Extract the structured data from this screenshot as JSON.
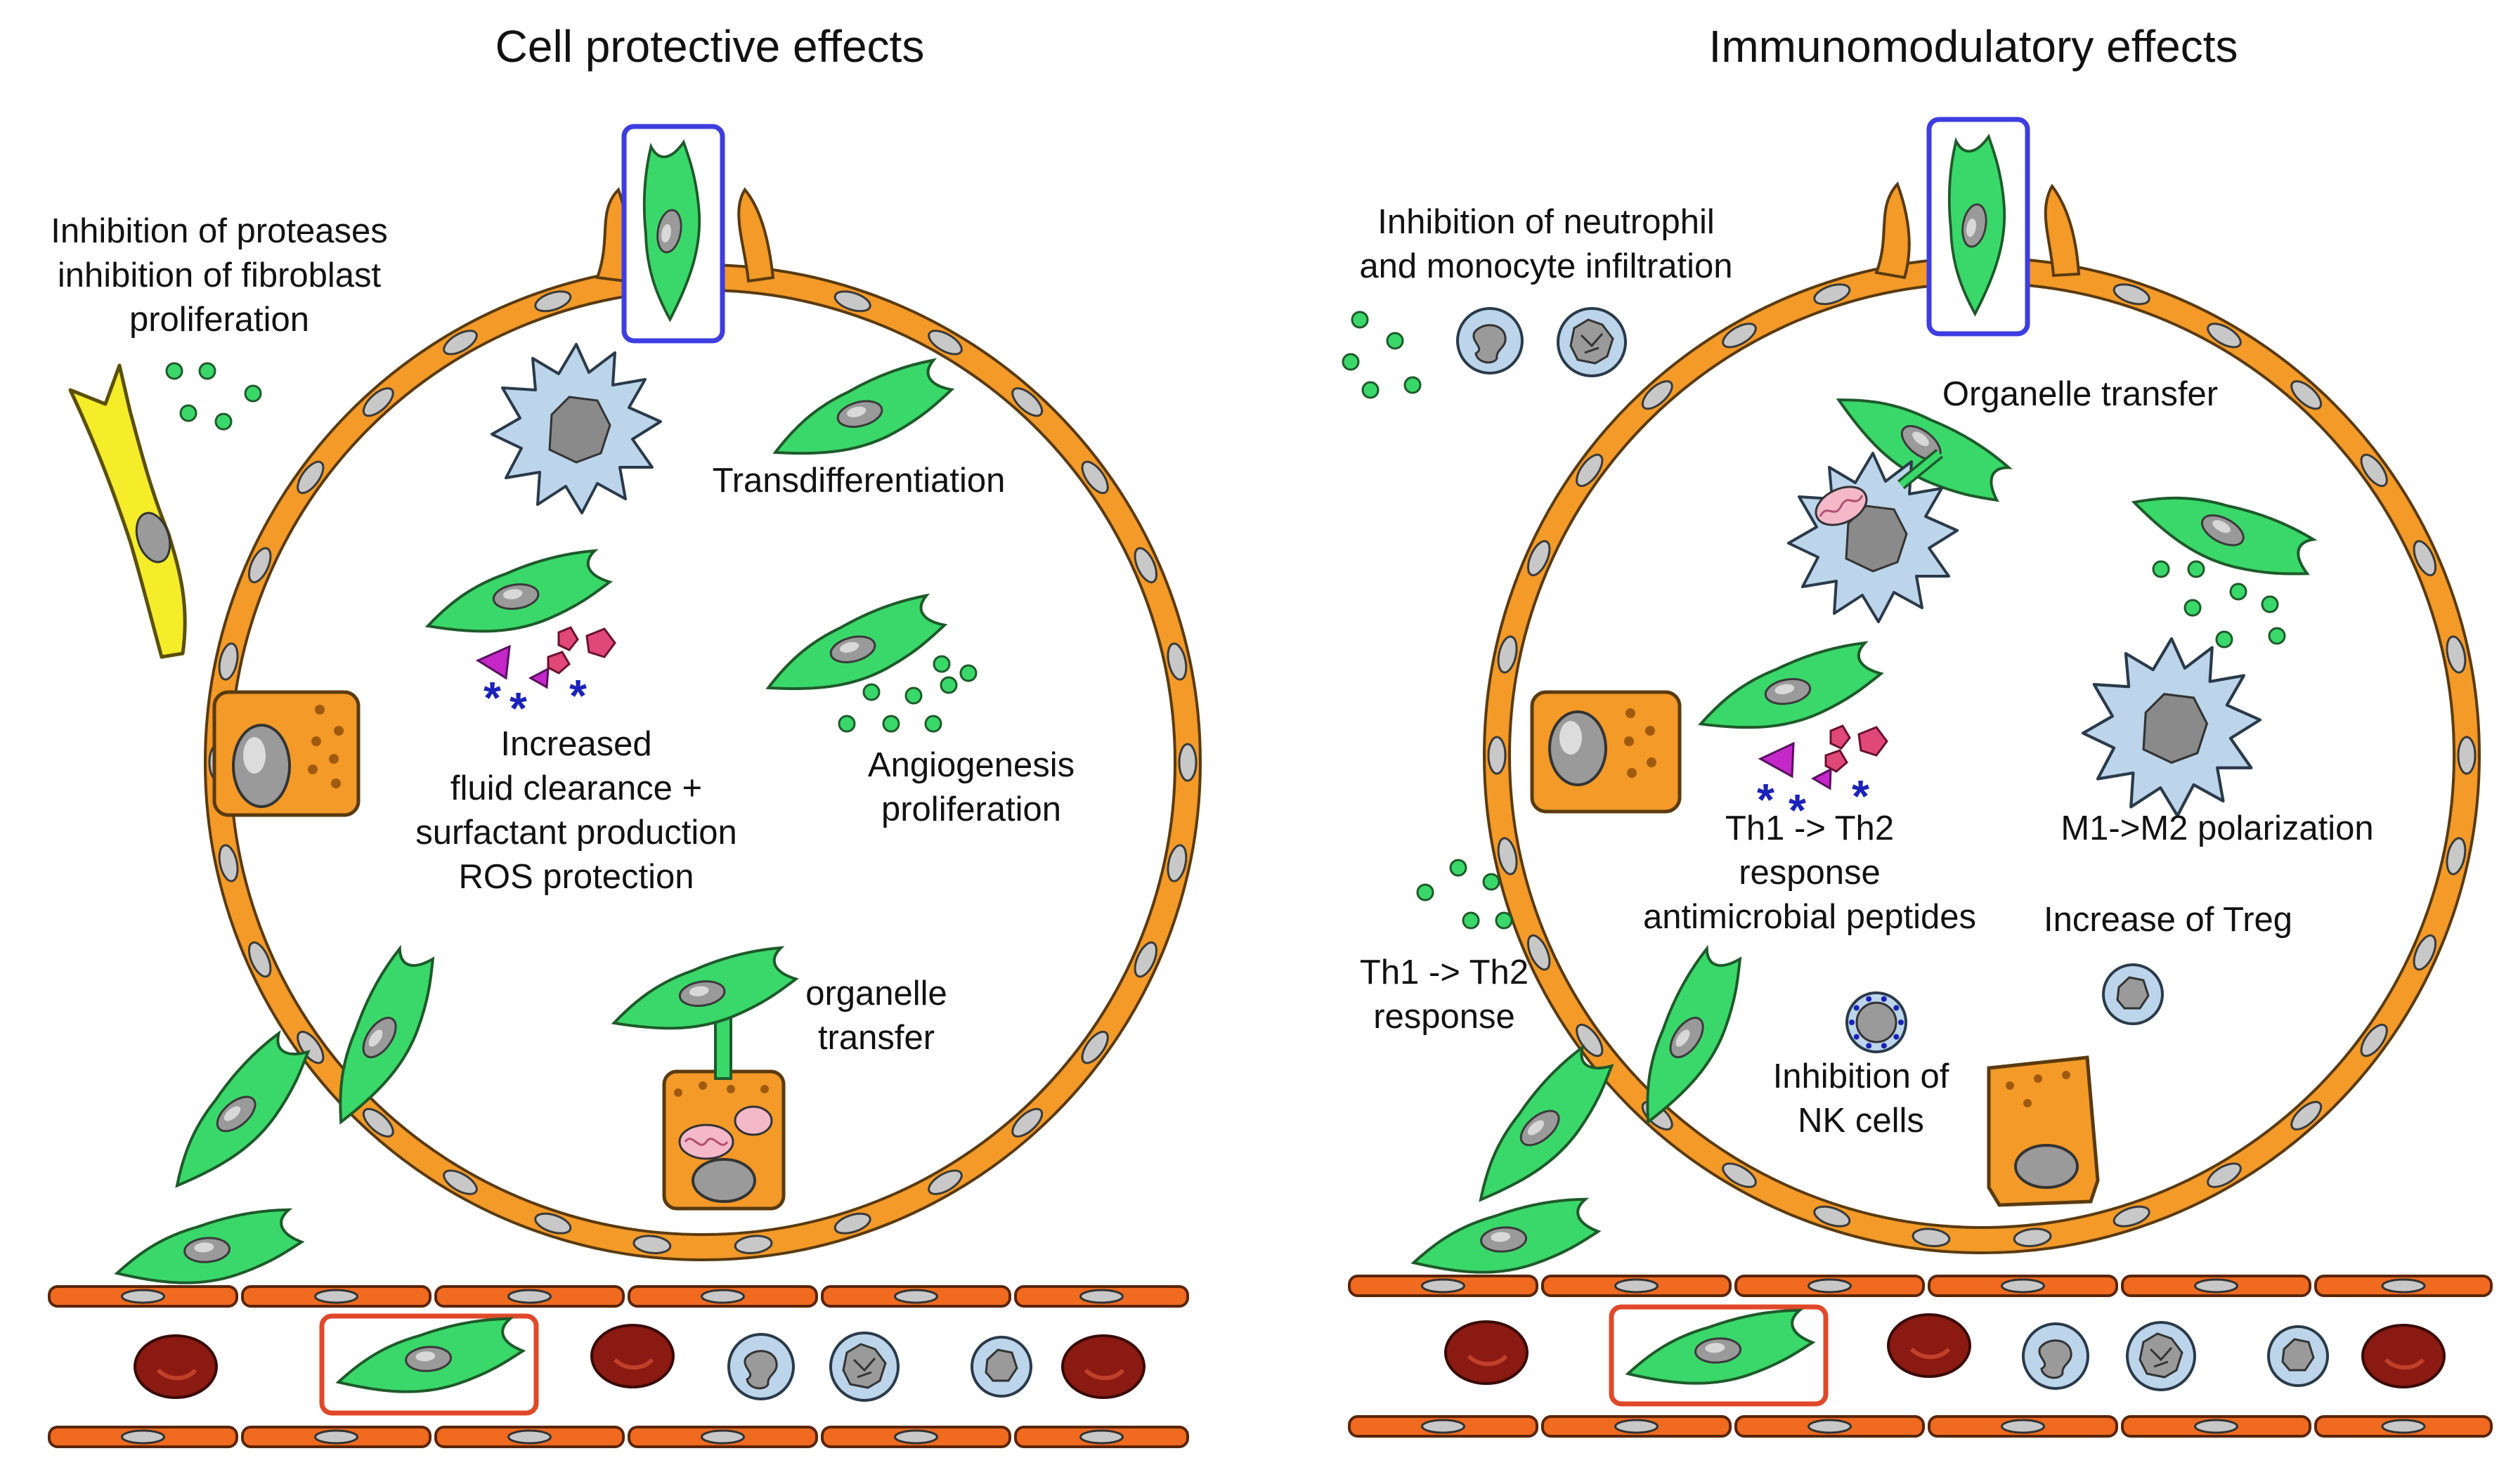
{
  "colors": {
    "epithelium": "#f39a28",
    "epithelium_stroke": "#5a3a10",
    "msc": "#3ad86a",
    "msc_stroke": "#1e5a2a",
    "nucleus": "#9a9a9a",
    "macrophage": "#bcd5ea",
    "endothelium": "#f06a20",
    "rbc": "#8b1a12",
    "fibroblast": "#f5ec2a",
    "vesicle": "#3ad86a",
    "protein_pink": "#e0487a",
    "protein_purple": "#c428c8",
    "asterisk": "#1a22b8",
    "highlight_blue": "#3d3de0",
    "highlight_red": "#e0482a",
    "mito": "#f4b8c8"
  },
  "left_panel": {
    "title": "Cell protective effects",
    "labels": {
      "proteases_line1": "Inhibition of proteases",
      "proteases_line2": "inhibition of fibroblast",
      "proteases_line3": "proliferation",
      "transdiff": "Transdifferentiation",
      "fluid_line1": "Increased",
      "fluid_line2": "fluid clearance +",
      "fluid_line3": "surfactant production",
      "fluid_line4": "ROS protection",
      "angio_line1": "Angiogenesis",
      "angio_line2": "proliferation",
      "organelle_line1": "organelle",
      "organelle_line2": "transfer"
    }
  },
  "right_panel": {
    "title": "Immunomodulatory effects",
    "labels": {
      "neutro_line1": "Inhibition of neutrophil",
      "neutro_line2": "and monocyte infiltration",
      "organelle": "Organelle transfer",
      "th_inner_line1": "Th1 -> Th2",
      "th_inner_line2": "response",
      "th_inner_line3": "antimicrobial peptides",
      "m1m2": "M1->M2 polarization",
      "treg": "Increase of Treg",
      "th_outer_line1": "Th1 -> Th2",
      "th_outer_line2": "response",
      "nk_line1": "Inhibition of",
      "nk_line2": "NK cells"
    }
  }
}
